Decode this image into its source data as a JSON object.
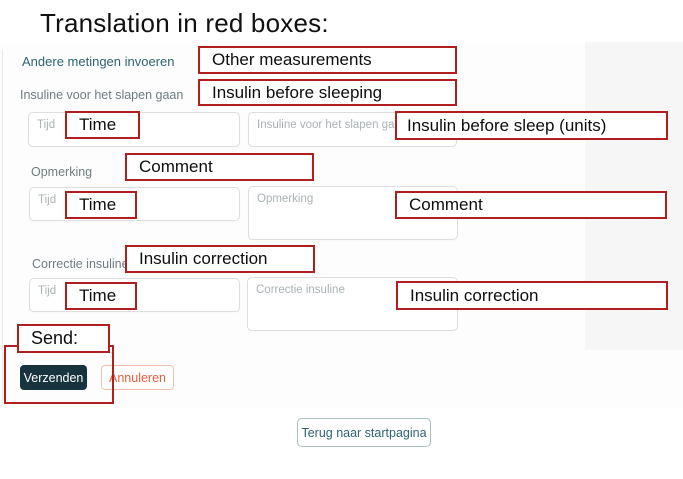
{
  "slide": {
    "title": "Translation in red boxes:"
  },
  "app": {
    "link_label": "Andere metingen invoeren",
    "sections": [
      {
        "label": "Insuline voor het slapen gaan",
        "fields": [
          {
            "placeholder": "Tijd"
          },
          {
            "placeholder": "Insuline voor het slapen gaan (eh)"
          }
        ]
      },
      {
        "label": "Opmerking",
        "fields": [
          {
            "placeholder": "Tijd"
          },
          {
            "placeholder": "Opmerking"
          }
        ]
      },
      {
        "label": "Correctie insuline",
        "fields": [
          {
            "placeholder": "Tijd"
          },
          {
            "placeholder": "Correctie insuline"
          }
        ]
      }
    ],
    "buttons": {
      "submit": "Verzenden",
      "cancel": "Annuleren",
      "back": "Terug naar startpagina"
    }
  },
  "annotations": {
    "boxes": [
      {
        "label": "Other measurements"
      },
      {
        "label": "Insulin before sleeping"
      },
      {
        "label": "Time"
      },
      {
        "label": "Insulin before sleep (units)"
      },
      {
        "label": "Comment"
      },
      {
        "label": "Time"
      },
      {
        "label": "Comment"
      },
      {
        "label": "Insulin correction"
      },
      {
        "label": "Time"
      },
      {
        "label": "Insulin correction"
      },
      {
        "label": "Send:"
      }
    ]
  },
  "colors": {
    "annotation_red": "#b01f1f",
    "link_teal": "#2d6470",
    "submit_button_bg": "#17333e",
    "cancel_button_orange": "#e2603a"
  }
}
